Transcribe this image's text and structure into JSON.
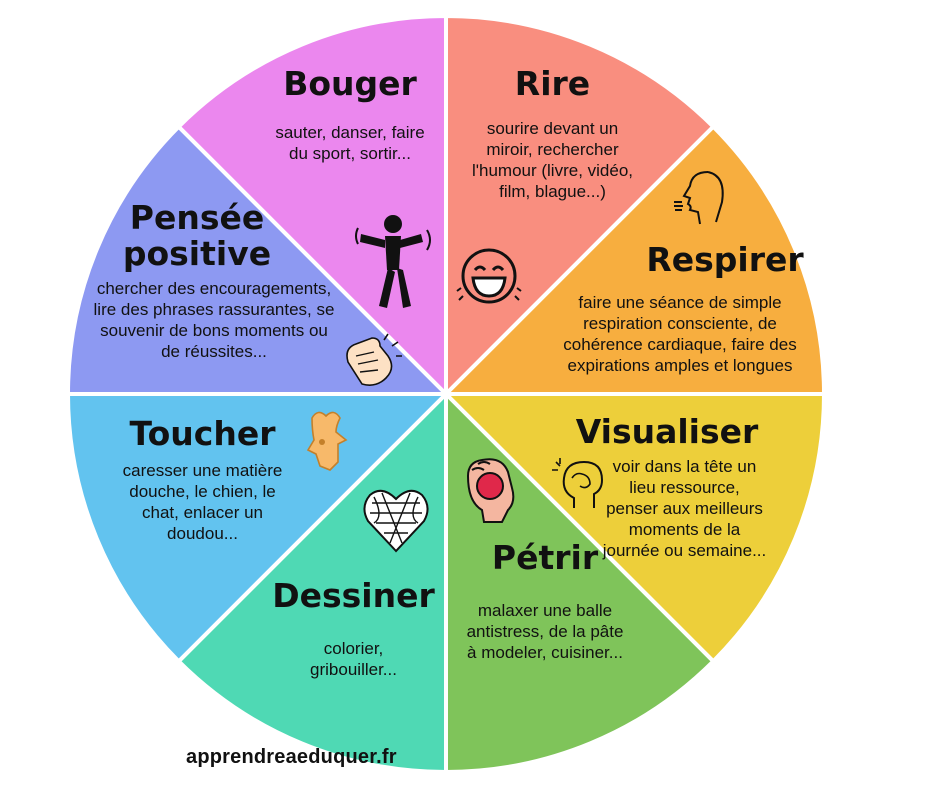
{
  "segments": [
    {
      "id": "bouger",
      "title": "Bouger",
      "text": "sauter, danser, faire du sport, sortir...",
      "color": "#F98E7F",
      "icon": "dancing-person-icon"
    },
    {
      "id": "rire",
      "title": "Rire",
      "text": "sourire devant un miroir, rechercher l'humour (livre, vidéo, film, blague...)",
      "color": "#F7AE3F",
      "icon": "laughing-face-icon"
    },
    {
      "id": "respirer",
      "title": "Respirer",
      "text": "faire une séance de simple respiration consciente, de cohérence cardiaque, faire des expirations amples et longues",
      "color": "#EDCF3A",
      "icon": "breathing-face-icon"
    },
    {
      "id": "visualiser",
      "title": "Visualiser",
      "text": "voir dans la tête un lieu ressource, penser aux meilleurs moments de la journée ou semaine...",
      "color": "#7FC45A",
      "icon": "thinking-head-icon"
    },
    {
      "id": "petrir",
      "title": "Pétrir",
      "text": "malaxer une balle antistress, de la pâte à modeler, cuisiner...",
      "color": "#4FD9B4",
      "icon": "squeeze-ball-icon"
    },
    {
      "id": "dessiner",
      "title": "Dessiner",
      "text": "colorier, gribouiller...",
      "color": "#62C3EF",
      "icon": "doodle-heart-icon"
    },
    {
      "id": "toucher",
      "title": "Toucher",
      "text": "caresser une matière douche, le chien, le chat, enlacer un doudou...",
      "color": "#8D99F2",
      "icon": "plush-toy-icon"
    },
    {
      "id": "pensee",
      "title": "Pensée positive",
      "text": "chercher des encouragements, lire des phrases rassurantes, se souvenir de bons moments ou de réussites...",
      "color": "#EB87EE",
      "icon": "clapping-hands-icon"
    }
  ],
  "footer": "apprendreaeduquer.fr"
}
